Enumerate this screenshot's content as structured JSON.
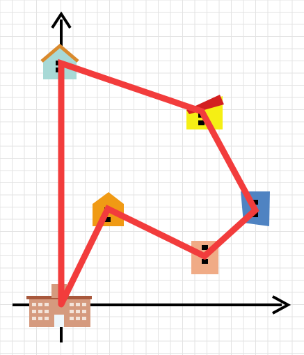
{
  "diagram": {
    "grid_color": "#e3e3e3",
    "axis_color": "#000000",
    "route_color": "#f23c3c",
    "route_order": [
      "school",
      "house_1",
      "house_2",
      "house_3",
      "house_4",
      "house_5",
      "school"
    ],
    "school": {
      "icon": "school-building-icon",
      "wall_color": "#d59a7e",
      "roof_color": "#a8583c"
    },
    "houses": [
      {
        "id": "house_1",
        "icon": "house-icon",
        "color": "#a8d9d6",
        "roof_color": "#d98a2e"
      },
      {
        "id": "house_2",
        "icon": "house-icon",
        "color": "#f5ef14",
        "roof_color": "#d32020"
      },
      {
        "id": "house_3",
        "icon": "house-icon",
        "color": "#4f83c2",
        "roof_color": "#4f83c2"
      },
      {
        "id": "house_4",
        "icon": "house-icon",
        "color": "#f0ab86",
        "roof_color": "#f0ab86"
      },
      {
        "id": "house_5",
        "icon": "house-icon",
        "color": "#f09a14",
        "roof_color": "#f09a14"
      }
    ]
  }
}
